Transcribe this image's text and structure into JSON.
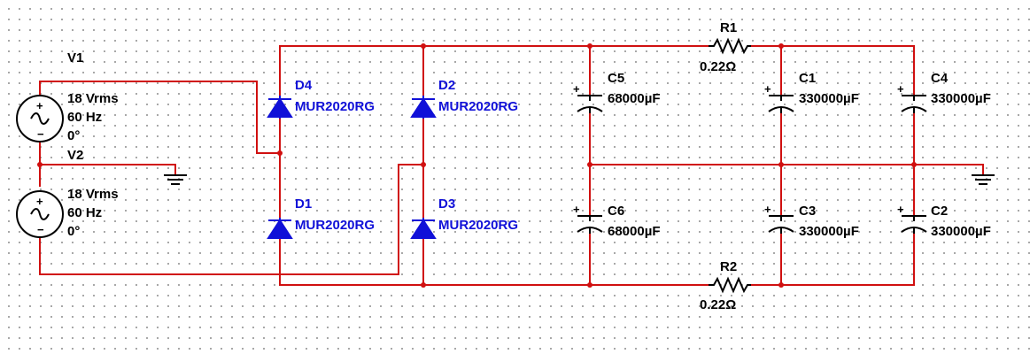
{
  "sources": [
    {
      "name": "V1",
      "voltage": "18 Vrms",
      "frequency": "60 Hz",
      "phase": "0°"
    },
    {
      "name": "V2",
      "voltage": "18 Vrms",
      "frequency": "60 Hz",
      "phase": "0°"
    }
  ],
  "diodes": [
    {
      "name": "D4",
      "part": "MUR2020RG"
    },
    {
      "name": "D2",
      "part": "MUR2020RG"
    },
    {
      "name": "D1",
      "part": "MUR2020RG"
    },
    {
      "name": "D3",
      "part": "MUR2020RG"
    }
  ],
  "capacitors": [
    {
      "name": "C5",
      "value": "68000µF"
    },
    {
      "name": "C1",
      "value": "330000µF"
    },
    {
      "name": "C4",
      "value": "330000µF"
    },
    {
      "name": "C6",
      "value": "68000µF"
    },
    {
      "name": "C3",
      "value": "330000µF"
    },
    {
      "name": "C2",
      "value": "330000µF"
    }
  ],
  "resistors": [
    {
      "name": "R1",
      "value": "0.22Ω"
    },
    {
      "name": "R2",
      "value": "0.22Ω"
    }
  ],
  "colors": {
    "wire": "#d01010",
    "component": "#000000",
    "diode": "#1010d8"
  }
}
